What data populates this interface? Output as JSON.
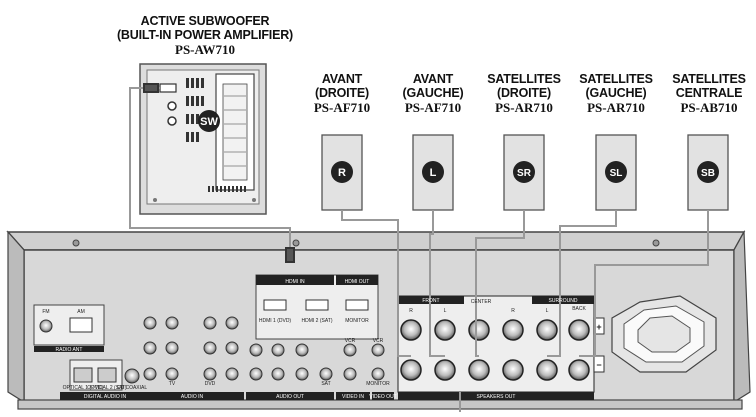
{
  "subwoofer": {
    "line1": "ACTIVE SUBWOOFER",
    "line2": "(BUILT-IN POWER AMPLIFIER)",
    "model": "PS-AW710",
    "badge": "SW"
  },
  "speakers": [
    {
      "line1": "AVANT",
      "line2": "(DROITE)",
      "model": "PS-AF710",
      "badge": "R"
    },
    {
      "line1": "AVANT",
      "line2": "(GAUCHE)",
      "model": "PS-AF710",
      "badge": "L"
    },
    {
      "line1": "SATELLITES",
      "line2": "(DROITE)",
      "model": "PS-AR710",
      "badge": "SR"
    },
    {
      "line1": "SATELLITES",
      "line2": "(GAUCHE)",
      "model": "PS-AR710",
      "badge": "SL"
    },
    {
      "line1": "SATELLITES",
      "line2": "CENTRALE",
      "model": "PS-AB710",
      "badge": "SB"
    }
  ],
  "panel": {
    "hdmi_in": "HDMI IN",
    "hdmi_out": "HDMI OUT",
    "hdmi1": "HDMI 1 (DVD)",
    "hdmi2": "HDMI 2 (SAT)",
    "monitor": "MONITOR",
    "fm": "FM",
    "am": "AM",
    "radio_ant": "RADIO ANT",
    "optical1": "OPTICAL 1 (DVD)",
    "optical2": "OPTICAL 2 (SAT)",
    "coax": "CD COAXIAL",
    "digital_audio_in": "DIGITAL AUDIO IN",
    "audio_in": "AUDIO IN",
    "audio_out": "AUDIO OUT",
    "video_in": "VIDEO IN",
    "video_out": "VIDEO OUT",
    "sat": "SAT",
    "vcr": "VCR",
    "dvd": "DVD",
    "tv": "TV",
    "monitor_small": "MONITOR",
    "front": "FRONT",
    "center": "CENTER",
    "surround": "SURROUND",
    "back": "BACK",
    "r": "R",
    "l": "L",
    "speakers_out": "SPEAKERS OUT",
    "plus": "+",
    "minus": "−"
  }
}
